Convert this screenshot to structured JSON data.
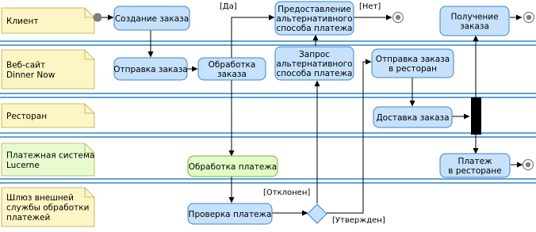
{
  "lanes": [
    {
      "label": [
        "Клиент"
      ],
      "color": "#fdf5c4"
    },
    {
      "label": [
        "Веб-сайт",
        "Dinner Now"
      ],
      "color": "#fdf5c4"
    },
    {
      "label": [
        "Ресторан"
      ],
      "color": "#fdf5c4"
    },
    {
      "label": [
        "Платежная система",
        "Lucerne"
      ],
      "color": "#e8fbd0"
    },
    {
      "label": [
        "Шлюз внешней",
        "службы обработки",
        "платежей"
      ],
      "color": "#fdf5c4"
    }
  ],
  "actions": {
    "create_order": [
      "Создание заказа"
    ],
    "send_order": [
      "Отправка заказа"
    ],
    "process_order": [
      "Обработка",
      "заказа"
    ],
    "provide_alt": [
      "Предоставление",
      "альтернативного",
      "способа платежа"
    ],
    "request_alt": [
      "Запрос",
      "альтернативного",
      "способа платежа"
    ],
    "send_to_restaurant": [
      "Отправка заказа",
      "в ресторан"
    ],
    "receive_order": [
      "Получение",
      "заказа"
    ],
    "deliver_order": [
      "Доставка заказа"
    ],
    "process_payment": [
      "Обработка платежа"
    ],
    "pay_at_restaurant": [
      "Платеж",
      "в ресторане"
    ],
    "check_payment": [
      "Проверка платежа"
    ]
  },
  "guards": {
    "yes": "[Да]",
    "no": "[Нет]",
    "declined": "[Отклонен]",
    "approved": "[Утвержден]"
  },
  "colors": {
    "action_fill": "#c6e1fb",
    "action_stroke": "#3f84c8",
    "payment_fill": "#e2fbc4",
    "payment_stroke": "#72b33d",
    "lane_line": "#2d86c8",
    "arrow": "#000000",
    "fork": "#000000"
  }
}
